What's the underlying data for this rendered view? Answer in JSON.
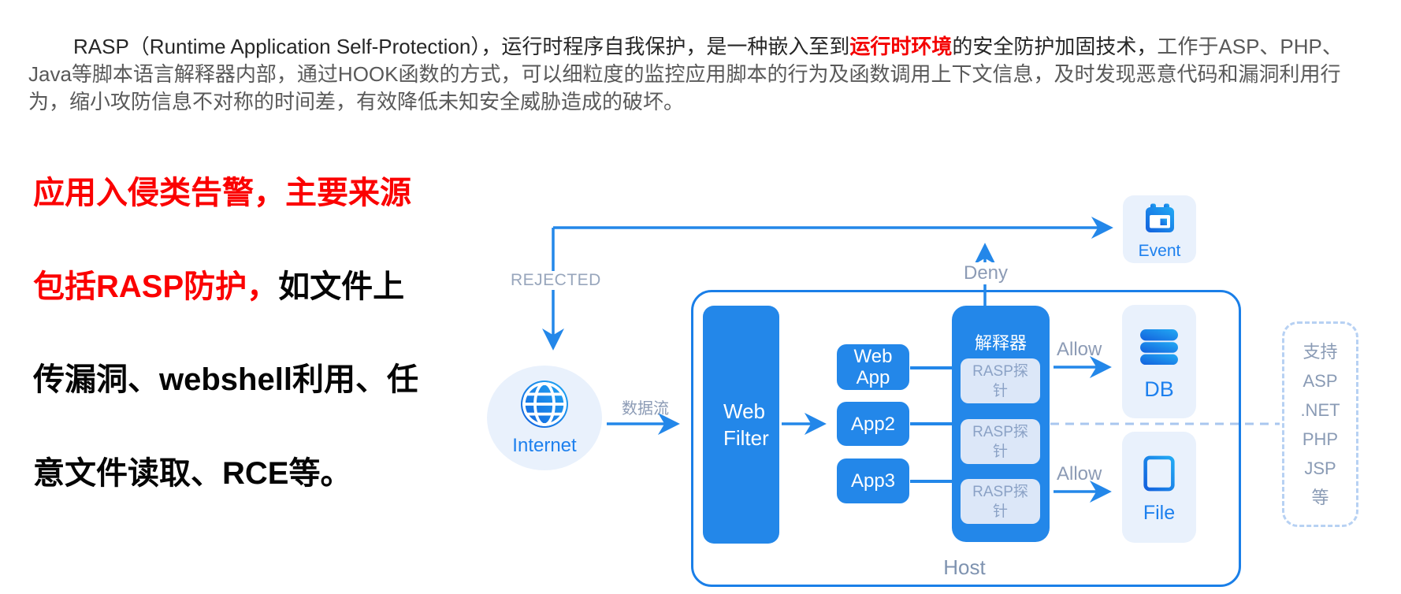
{
  "intro": {
    "seg_dark1": "RASP（Runtime Application Self-Protection），运行时程序自我保护，是一种嵌入至到",
    "seg_red": "运行时环境",
    "seg_dark2": "的安全防护加固技术，",
    "seg_gray": "工作于ASP、PHP、Java等脚本语言解释器内部，通过HOOK函数的方式，可以细粒度的监控应用脚本的行为及函数调用上下文信息，及时发现恶意代码和漏洞利用行为，缩小攻防信息不对称的时间差，有效降低未知安全威胁造成的破坏。"
  },
  "headline": {
    "line1_red": "应用入侵类告警，主要来源",
    "line2_red": "包括RASP防护，",
    "line2_black": "如文件上",
    "line3_black": "传漏洞、webshell利用、任",
    "line4_black": "意文件读取、RCE等。"
  },
  "diagram": {
    "rejected_label": "REJECTED",
    "dataflow_label": "数据流",
    "deny_label": "Deny",
    "allow_top_label": "Allow",
    "allow_bottom_label": "Allow",
    "host_label": "Host",
    "internet_label": "Internet",
    "webfilter_label": "Web Filter",
    "apps": [
      "Web App",
      "App2",
      "App3"
    ],
    "interpreter_title": "解释器",
    "probes": [
      "RASP探针",
      "RASP探针",
      "RASP探针"
    ],
    "db_label": "DB",
    "file_label": "File",
    "event_label": "Event",
    "support_items": [
      "支持",
      "ASP",
      ".NET",
      "PHP",
      "JSP",
      "等"
    ]
  },
  "icons": {
    "internet": "globe-icon",
    "event": "calendar-icon",
    "db": "database-icon",
    "file": "document-icon"
  },
  "colors": {
    "primary_blue": "#2387e9",
    "host_border_blue": "#1a7fe8",
    "light_panel_blue": "#e9f1fc",
    "probe_panel_blue": "#dce7f8",
    "node_text_blue": "#1d80ee",
    "label_gray": "#8c9bb5",
    "accent_red": "#f40000",
    "dashed_blue": "#a9c7ef"
  }
}
